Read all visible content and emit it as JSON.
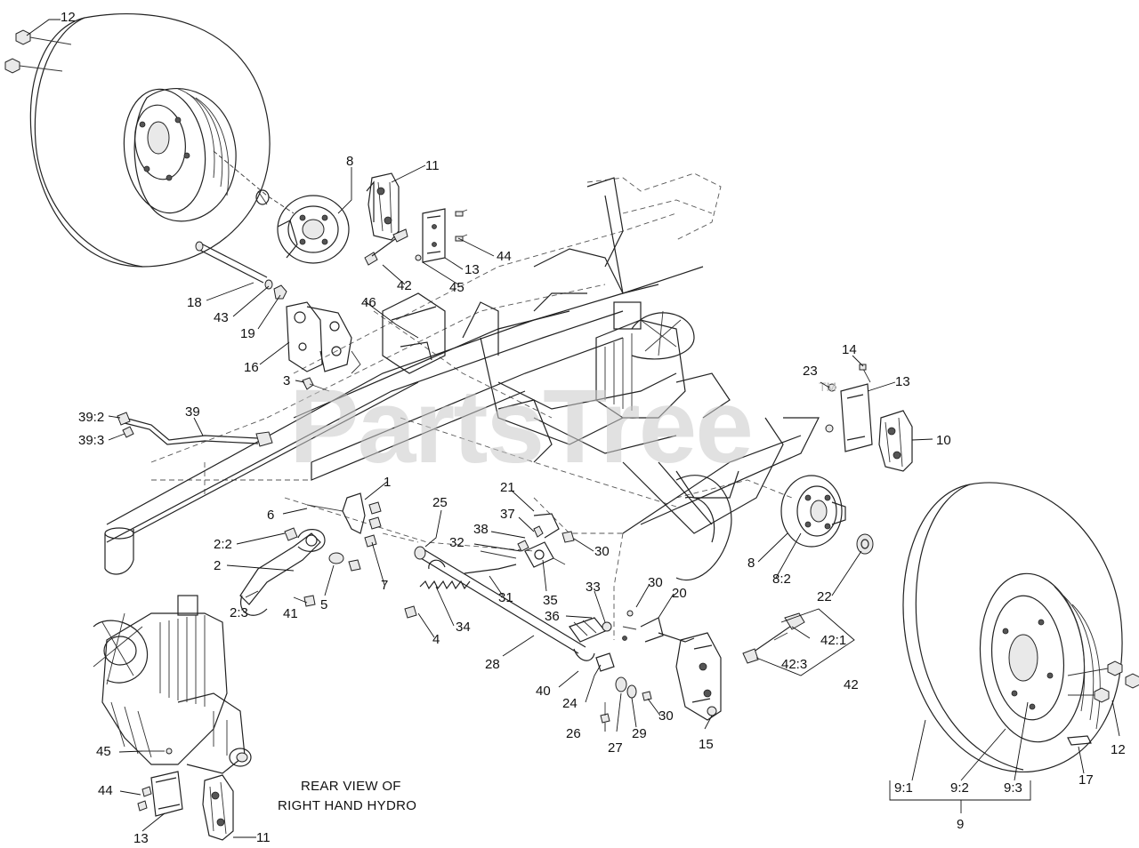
{
  "watermark": {
    "text": "PartsTree",
    "trademark": "TM"
  },
  "note": {
    "line1": "REAR VIEW OF",
    "line2": "RIGHT HAND HYDRO"
  },
  "callouts": [
    {
      "id": "c12a",
      "text": "12"
    },
    {
      "id": "c8a",
      "text": "8"
    },
    {
      "id": "c11a",
      "text": "11"
    },
    {
      "id": "c44a",
      "text": "44"
    },
    {
      "id": "c13a",
      "text": "13"
    },
    {
      "id": "c45a",
      "text": "45"
    },
    {
      "id": "c42a",
      "text": "42"
    },
    {
      "id": "c18",
      "text": "18"
    },
    {
      "id": "c43",
      "text": "43"
    },
    {
      "id": "c19",
      "text": "19"
    },
    {
      "id": "c46",
      "text": "46"
    },
    {
      "id": "c16",
      "text": "16"
    },
    {
      "id": "c3",
      "text": "3"
    },
    {
      "id": "c39",
      "text": "39"
    },
    {
      "id": "c39_2",
      "text": "39:2"
    },
    {
      "id": "c39_3",
      "text": "39:3"
    },
    {
      "id": "c14",
      "text": "14"
    },
    {
      "id": "c23",
      "text": "23"
    },
    {
      "id": "c13b",
      "text": "13"
    },
    {
      "id": "c10",
      "text": "10"
    },
    {
      "id": "c1",
      "text": "1"
    },
    {
      "id": "c6",
      "text": "6"
    },
    {
      "id": "c2_2",
      "text": "2:2"
    },
    {
      "id": "c2",
      "text": "2"
    },
    {
      "id": "c2_3",
      "text": "2:3"
    },
    {
      "id": "c41",
      "text": "41"
    },
    {
      "id": "c5",
      "text": "5"
    },
    {
      "id": "c7",
      "text": "7"
    },
    {
      "id": "c25",
      "text": "25"
    },
    {
      "id": "c21",
      "text": "21"
    },
    {
      "id": "c37",
      "text": "37"
    },
    {
      "id": "c38",
      "text": "38"
    },
    {
      "id": "c32",
      "text": "32"
    },
    {
      "id": "c30a",
      "text": "30"
    },
    {
      "id": "c31",
      "text": "31"
    },
    {
      "id": "c35",
      "text": "35"
    },
    {
      "id": "c34",
      "text": "34"
    },
    {
      "id": "c4",
      "text": "4"
    },
    {
      "id": "c28",
      "text": "28"
    },
    {
      "id": "c33",
      "text": "33"
    },
    {
      "id": "c36",
      "text": "36"
    },
    {
      "id": "c30b",
      "text": "30"
    },
    {
      "id": "c20",
      "text": "20"
    },
    {
      "id": "c40",
      "text": "40"
    },
    {
      "id": "c24",
      "text": "24"
    },
    {
      "id": "c26",
      "text": "26"
    },
    {
      "id": "c27",
      "text": "27"
    },
    {
      "id": "c29",
      "text": "29"
    },
    {
      "id": "c30c",
      "text": "30"
    },
    {
      "id": "c15",
      "text": "15"
    },
    {
      "id": "c42_1",
      "text": "42:1"
    },
    {
      "id": "c42_3",
      "text": "42:3"
    },
    {
      "id": "c42b",
      "text": "42"
    },
    {
      "id": "c8b",
      "text": "8"
    },
    {
      "id": "c8_2",
      "text": "8:2"
    },
    {
      "id": "c22",
      "text": "22"
    },
    {
      "id": "c12b",
      "text": "12"
    },
    {
      "id": "c17",
      "text": "17"
    },
    {
      "id": "c9_1",
      "text": "9:1"
    },
    {
      "id": "c9_2",
      "text": "9:2"
    },
    {
      "id": "c9_3",
      "text": "9:3"
    },
    {
      "id": "c9",
      "text": "9"
    },
    {
      "id": "c45b",
      "text": "45"
    },
    {
      "id": "c44b",
      "text": "44"
    },
    {
      "id": "c13c",
      "text": "13"
    },
    {
      "id": "c11b",
      "text": "11"
    }
  ]
}
